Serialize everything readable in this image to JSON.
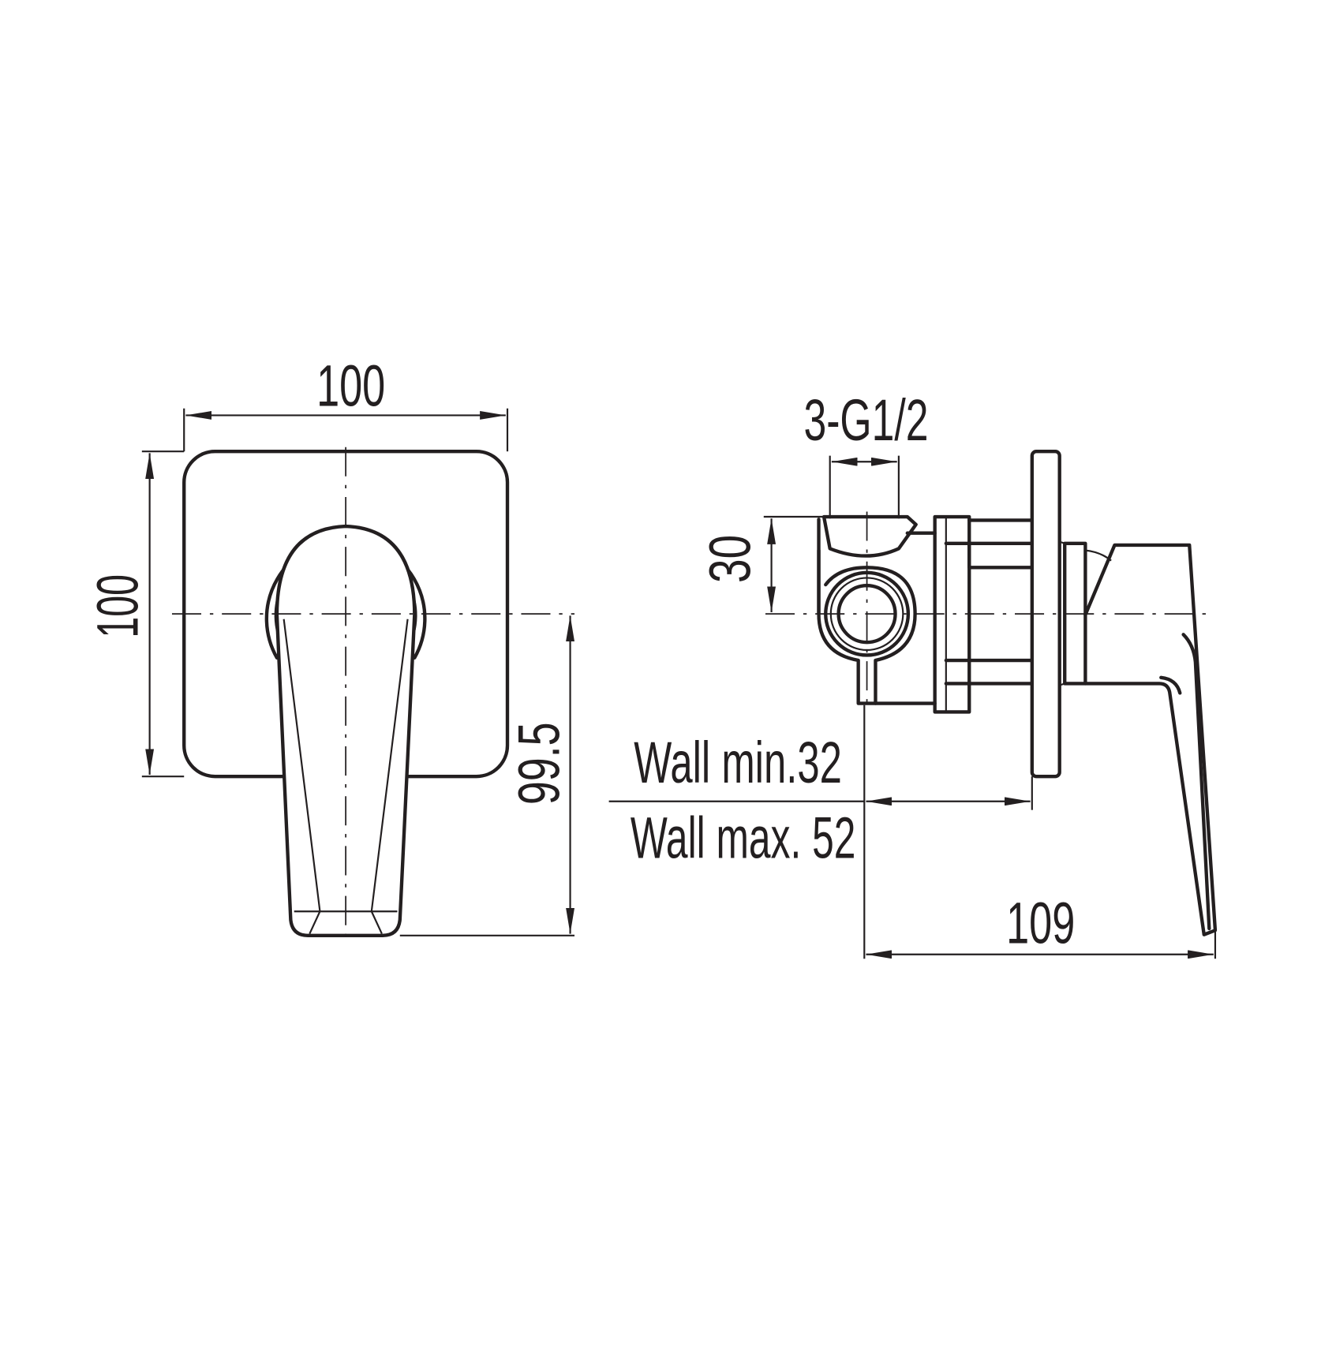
{
  "drawing": {
    "front_view": {
      "width_label": "100",
      "height_label": "100",
      "handle_height_label": "99.5"
    },
    "side_view": {
      "thread_label": "3-G1/2",
      "inlet_height_label": "30",
      "wall_min_label": "Wall min.32",
      "wall_max_label": "Wall max. 52",
      "depth_label": "109"
    },
    "colors": {
      "line": "#231f20",
      "background": "#ffffff"
    }
  }
}
